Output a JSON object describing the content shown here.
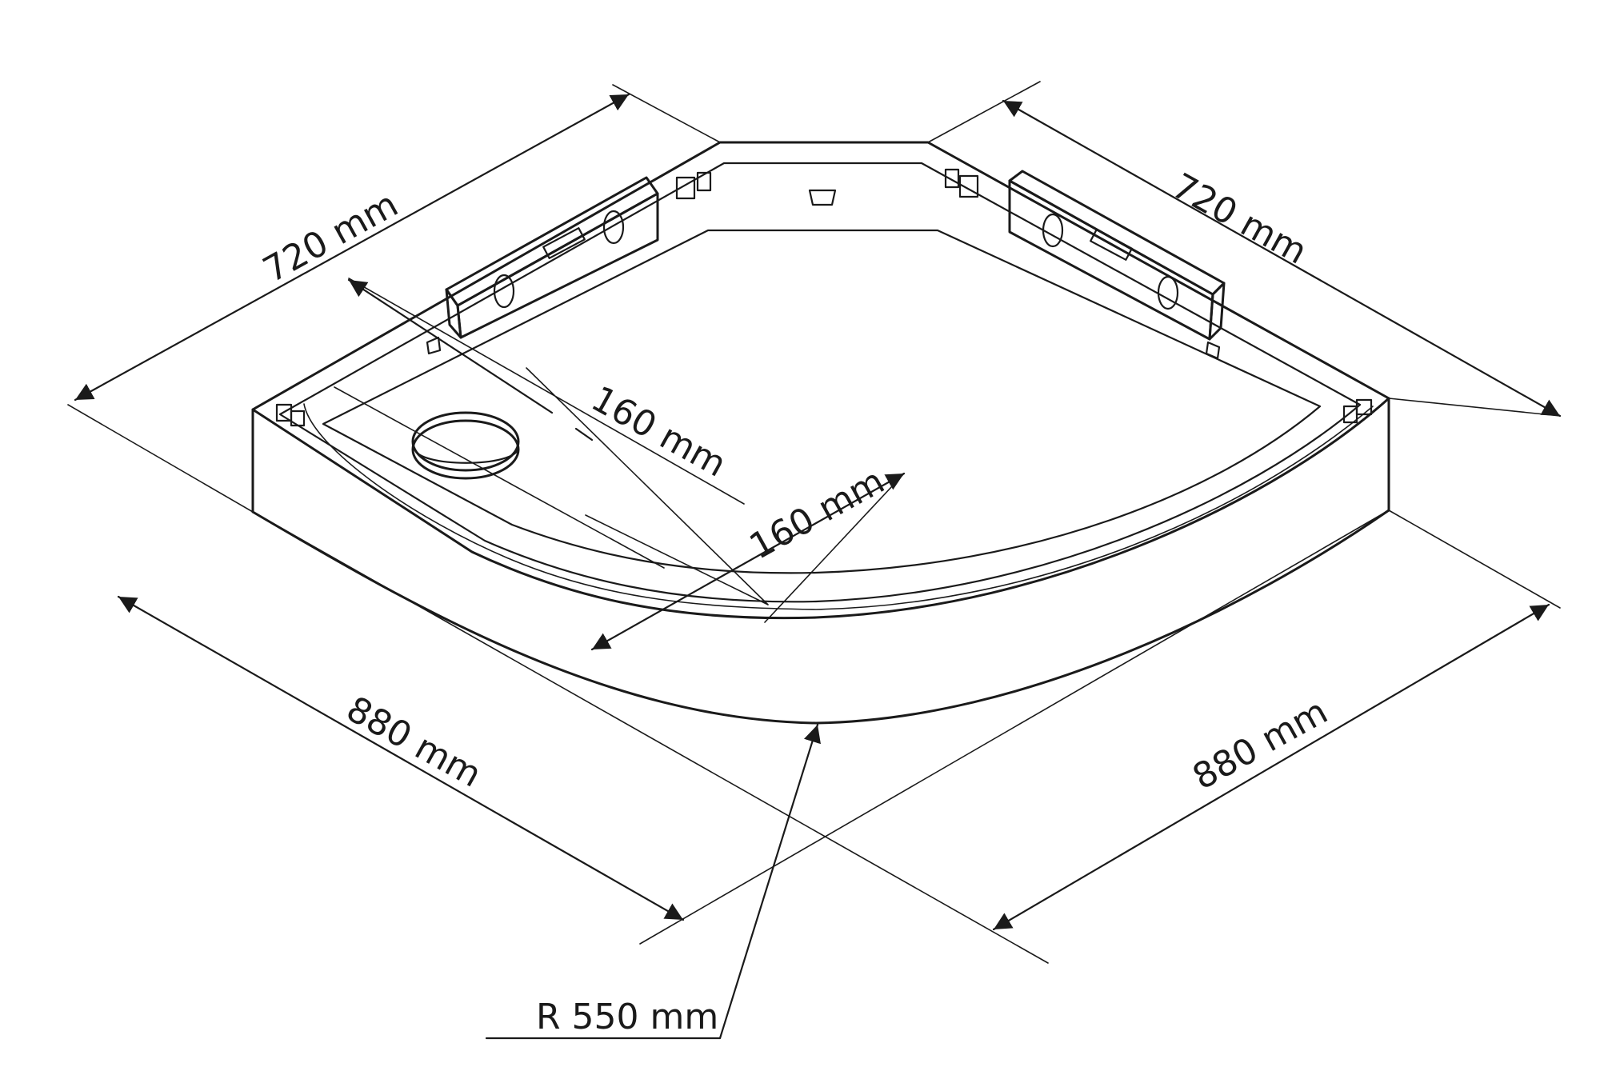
{
  "colors": {
    "line": "#1a1a1a",
    "background": "#ffffff",
    "fitting": "#e6e6e6"
  },
  "dimensions": {
    "back_left_width": "720 mm",
    "back_right_width": "720 mm",
    "drain_offset_a": "160 mm",
    "drain_offset_b": "160 mm",
    "front_left_length": "880 mm",
    "front_right_length": "880 mm",
    "radius": "R 550 mm"
  }
}
